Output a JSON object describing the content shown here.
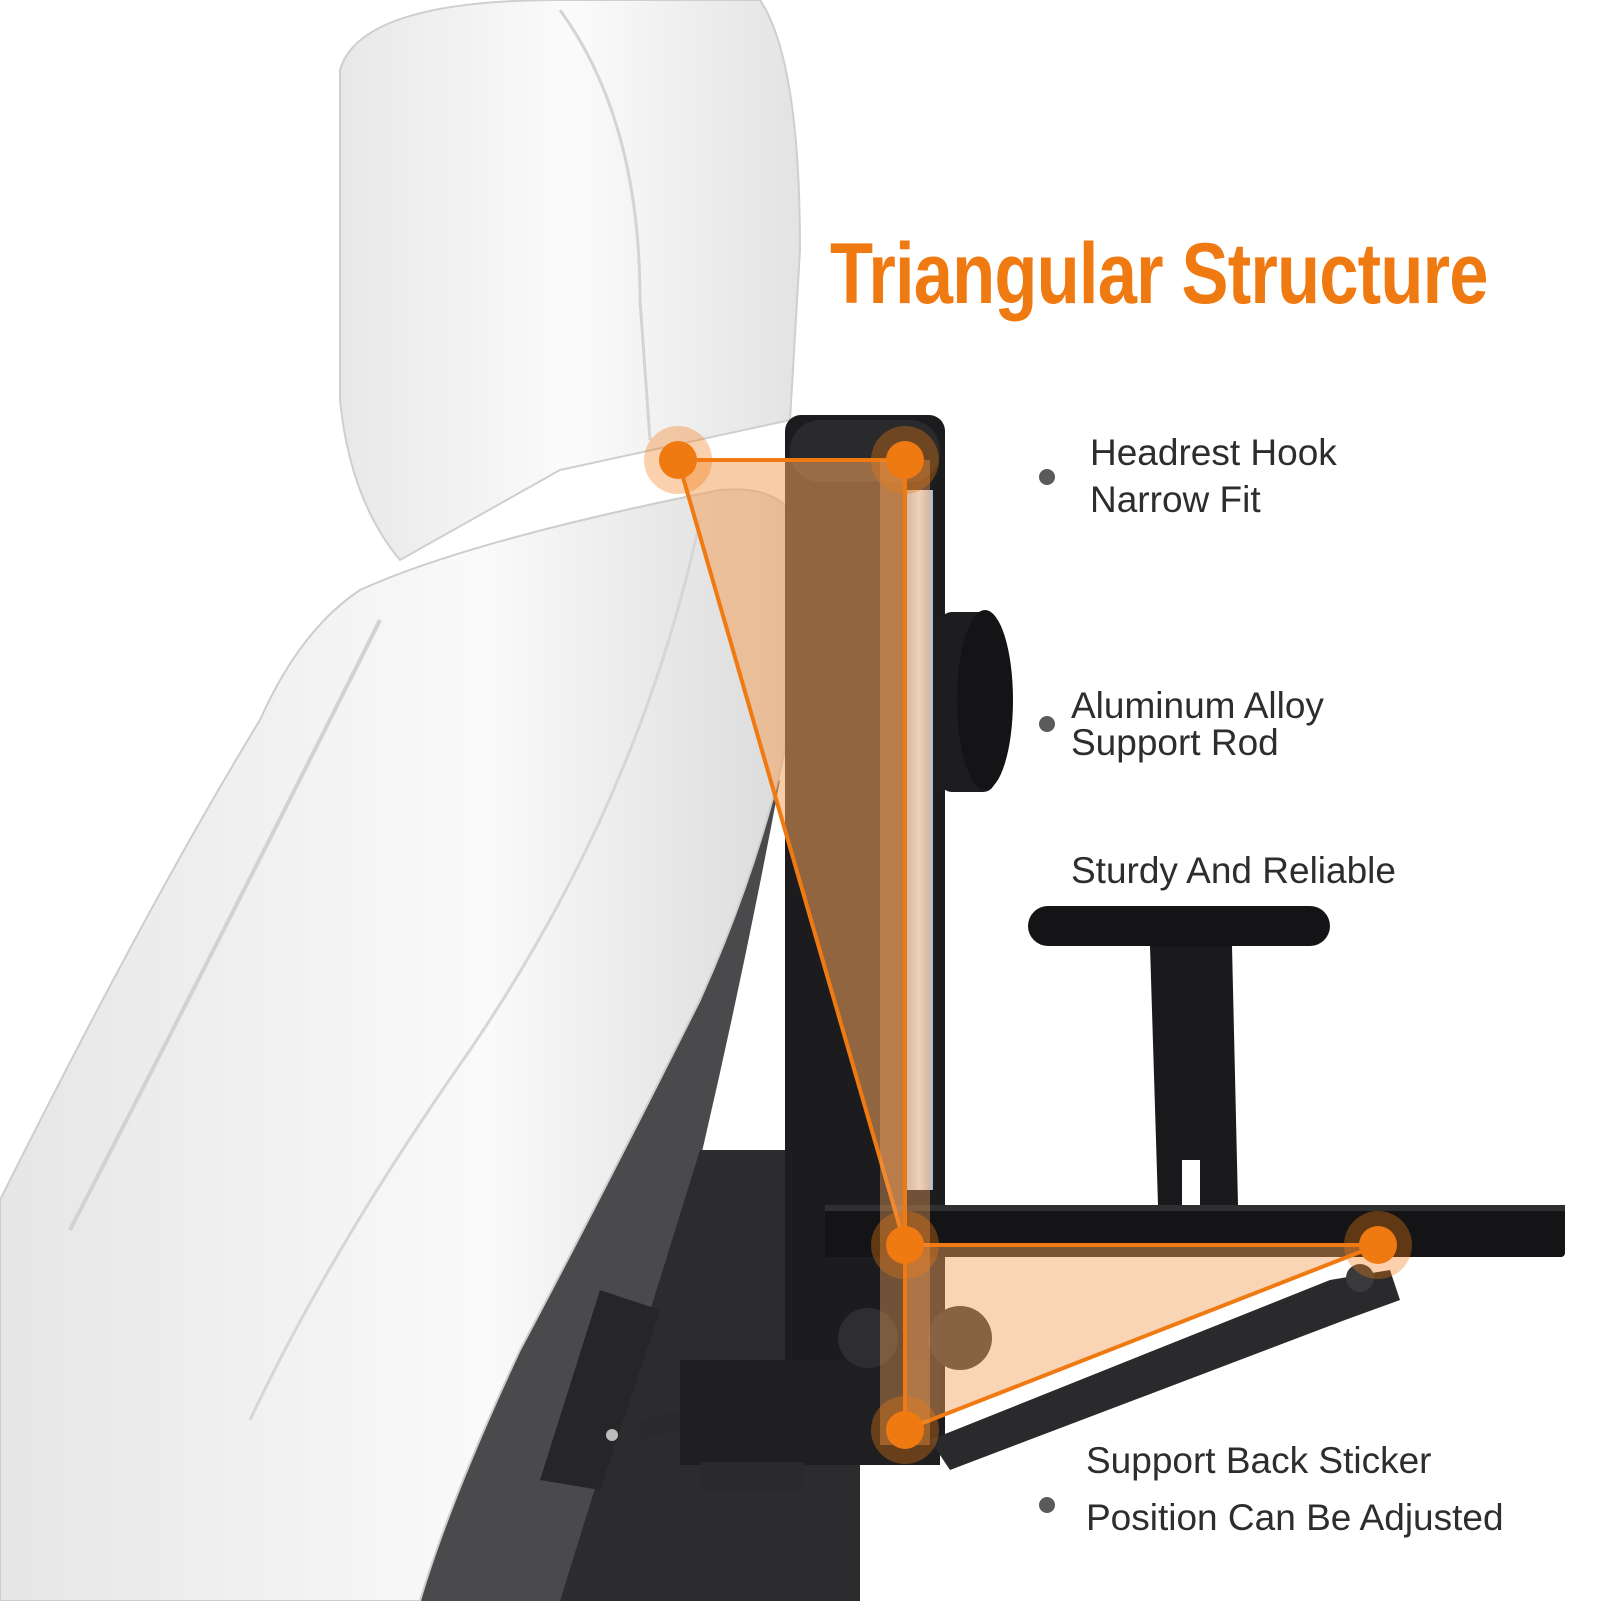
{
  "title": "Triangular Structure",
  "features": {
    "headrest": {
      "line1": "Headrest Hook",
      "line2": "Narrow Fit"
    },
    "rod": {
      "line1": "Aluminum Alloy",
      "line2": "Support Rod"
    },
    "sturdy": {
      "line1": "Sturdy And Reliable"
    },
    "sticker": {
      "line1": "Support Back Sticker",
      "line2": "Position Can Be Adjusted"
    }
  },
  "colors": {
    "accent": "#f07a12",
    "triangle_fill": "#f3a25c",
    "text": "#2d2d2d",
    "bullet": "#5a5a5a",
    "bracket": "#1c1c1e"
  }
}
